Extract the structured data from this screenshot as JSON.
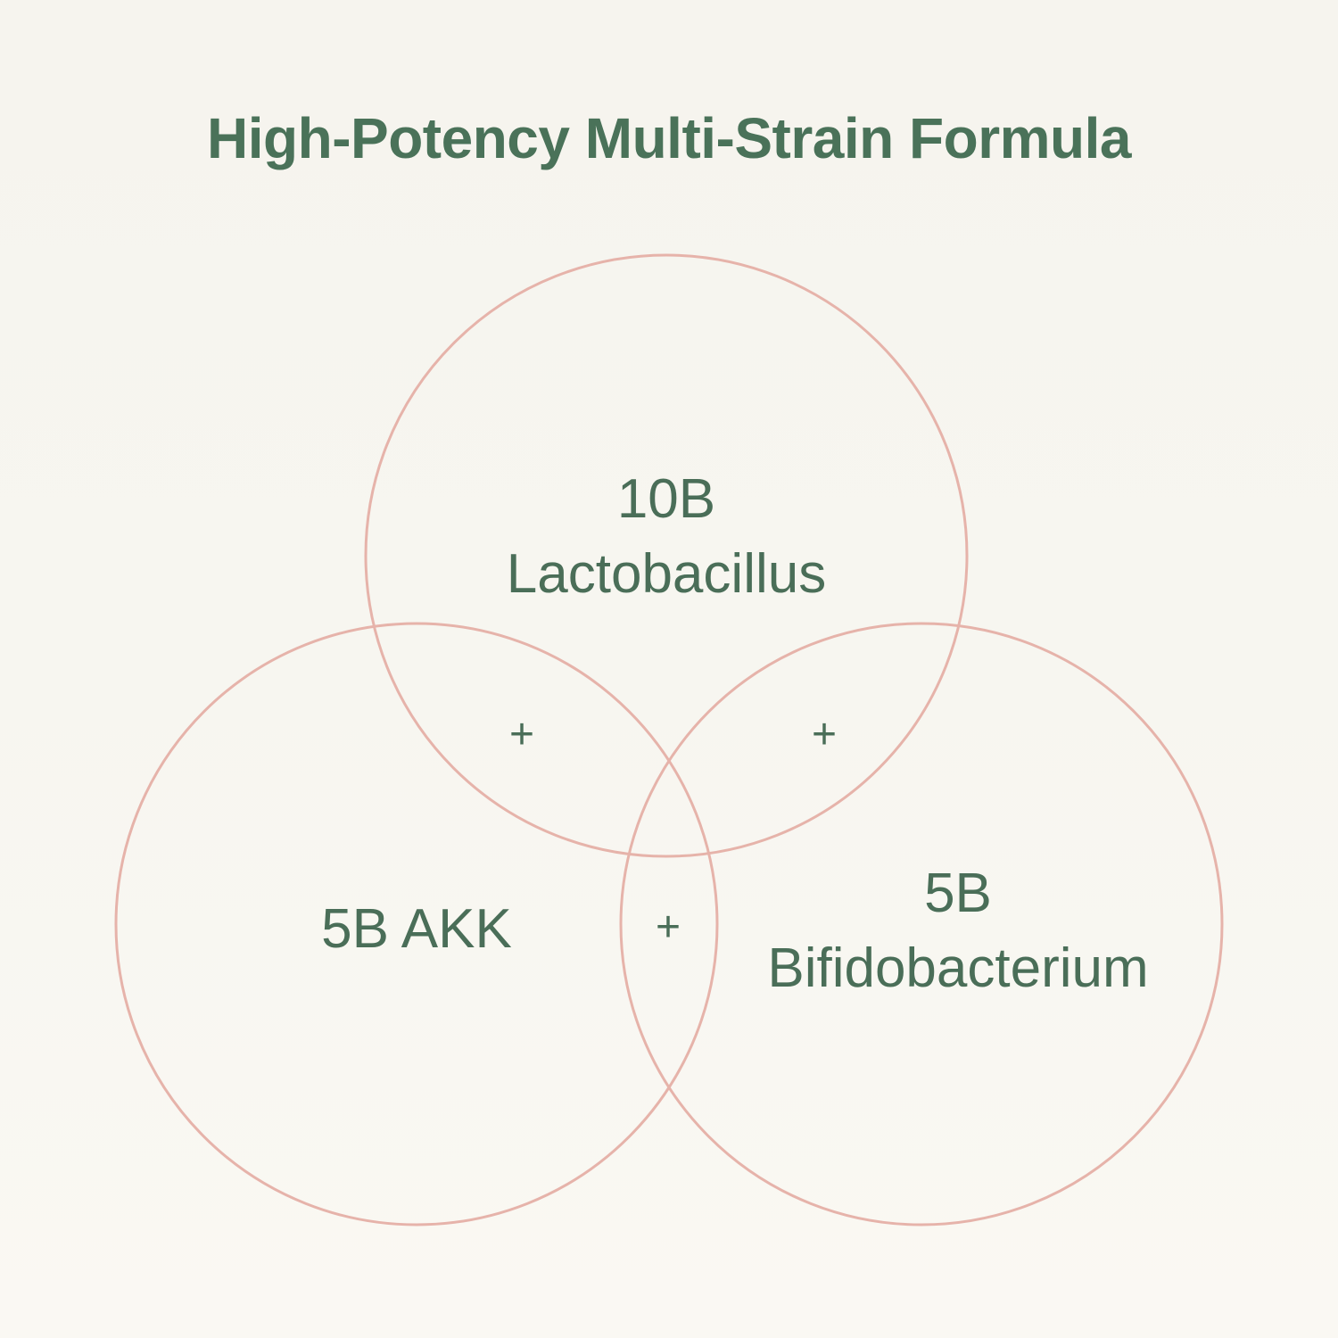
{
  "title": "High-Potency Multi-Strain Formula",
  "colors": {
    "text": "#4a7259",
    "circle_stroke": "#e6b3aa",
    "background": "#f7f6f0"
  },
  "circles": [
    {
      "id": "top",
      "value": "10B",
      "label": "Lactobacillus"
    },
    {
      "id": "left",
      "value": "5B AKK",
      "label": ""
    },
    {
      "id": "right",
      "value": "5B",
      "label": "Bifidobacterium"
    }
  ],
  "intersections": [
    "+",
    "+",
    "+"
  ]
}
